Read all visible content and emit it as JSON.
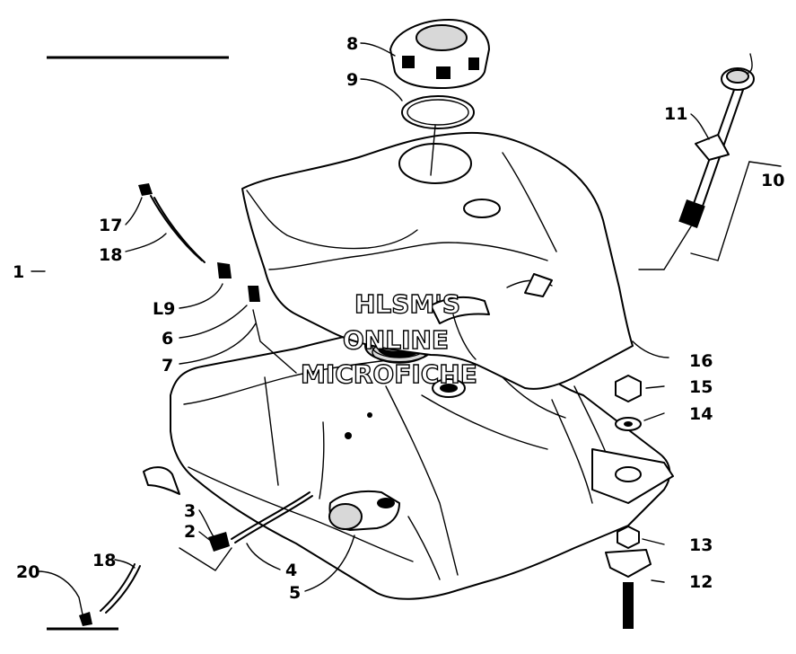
{
  "diagram": {
    "callouts": [
      "1",
      "2",
      "3",
      "4",
      "5",
      "6",
      "7",
      "8",
      "9",
      "10",
      "11",
      "12",
      "13",
      "14",
      "15",
      "16",
      "17",
      "18",
      "L9",
      "20"
    ],
    "watermark": {
      "line1": "HLSM'S",
      "line2": "ONLINE",
      "line3": "MICROFICHE"
    }
  }
}
